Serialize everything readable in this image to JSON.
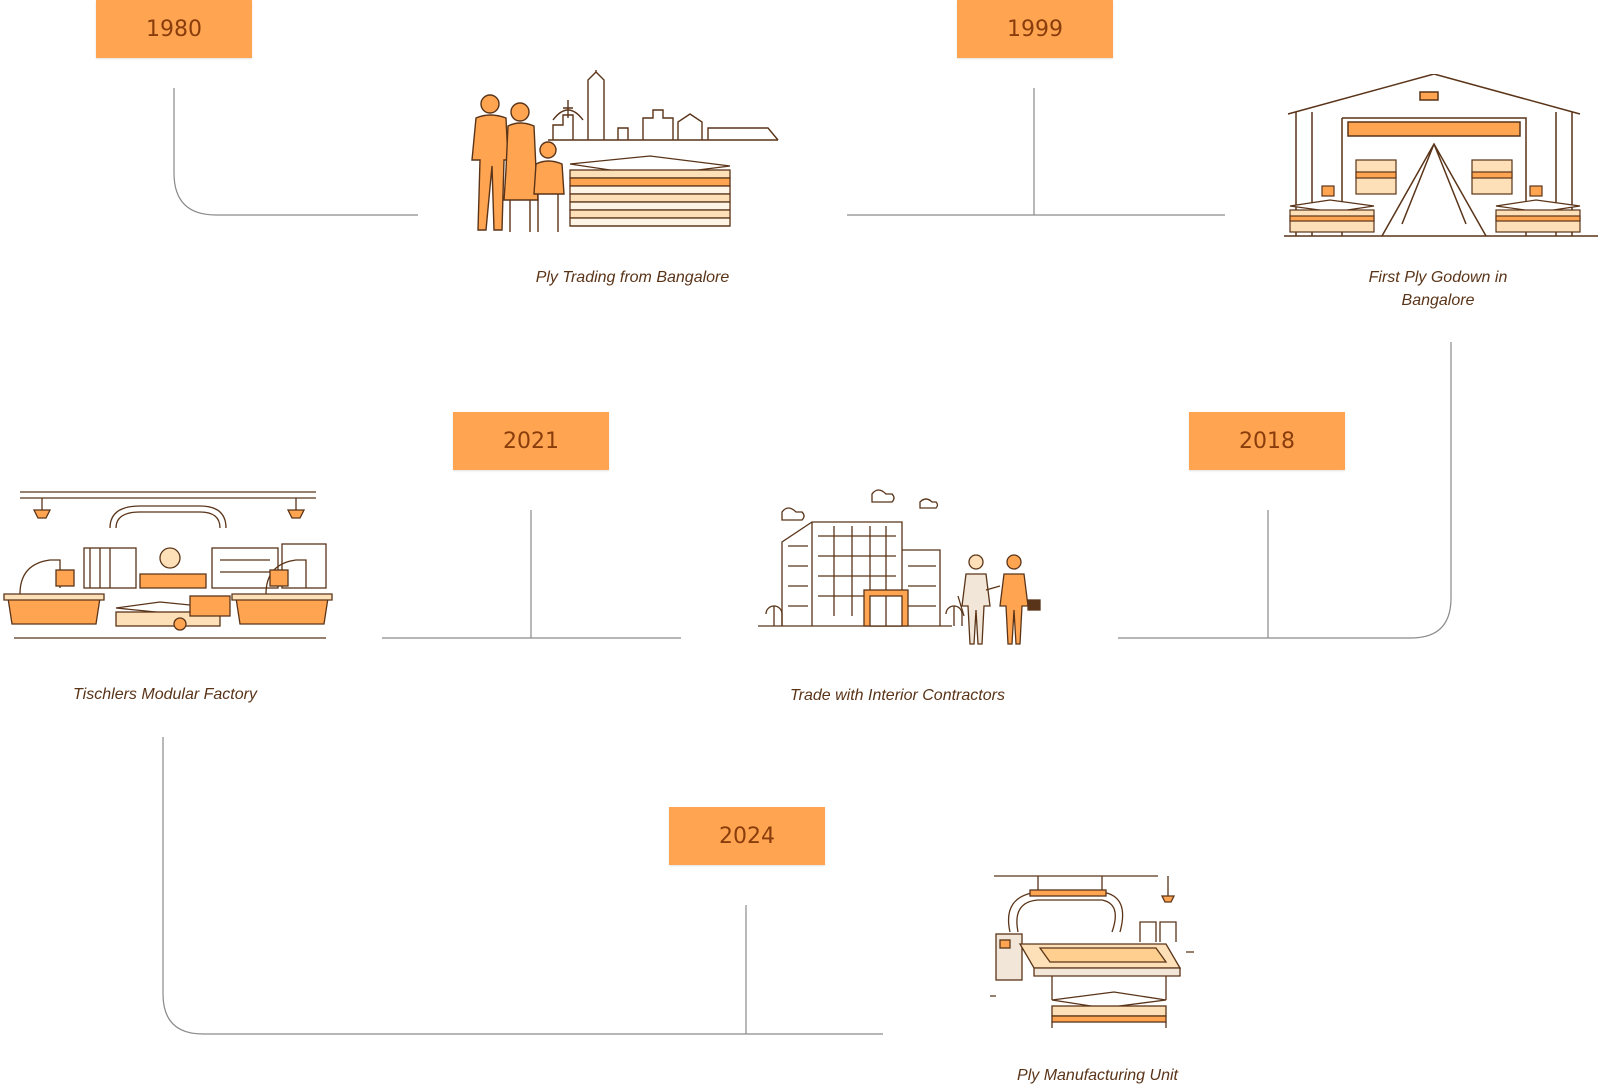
{
  "colors": {
    "accent": "#ffa552",
    "year_text": "#8a3d0c",
    "line": "#7a7a7a",
    "ink": "#5a3418"
  },
  "milestones": [
    {
      "year": "1980",
      "caption": "Ply Trading from Bangalore",
      "icon": "family-city-plywood-icon"
    },
    {
      "year": "1999",
      "caption": "First Ply Godown in Bangalore",
      "icon": "warehouse-icon"
    },
    {
      "year": "2018",
      "caption": "Trade with Interior Contractors",
      "icon": "office-handshake-icon"
    },
    {
      "year": "2021",
      "caption": "Tischlers Modular Factory",
      "icon": "modular-factory-icon"
    },
    {
      "year": "2024",
      "caption": "Ply Manufacturing Unit",
      "icon": "cnc-machine-icon"
    }
  ]
}
